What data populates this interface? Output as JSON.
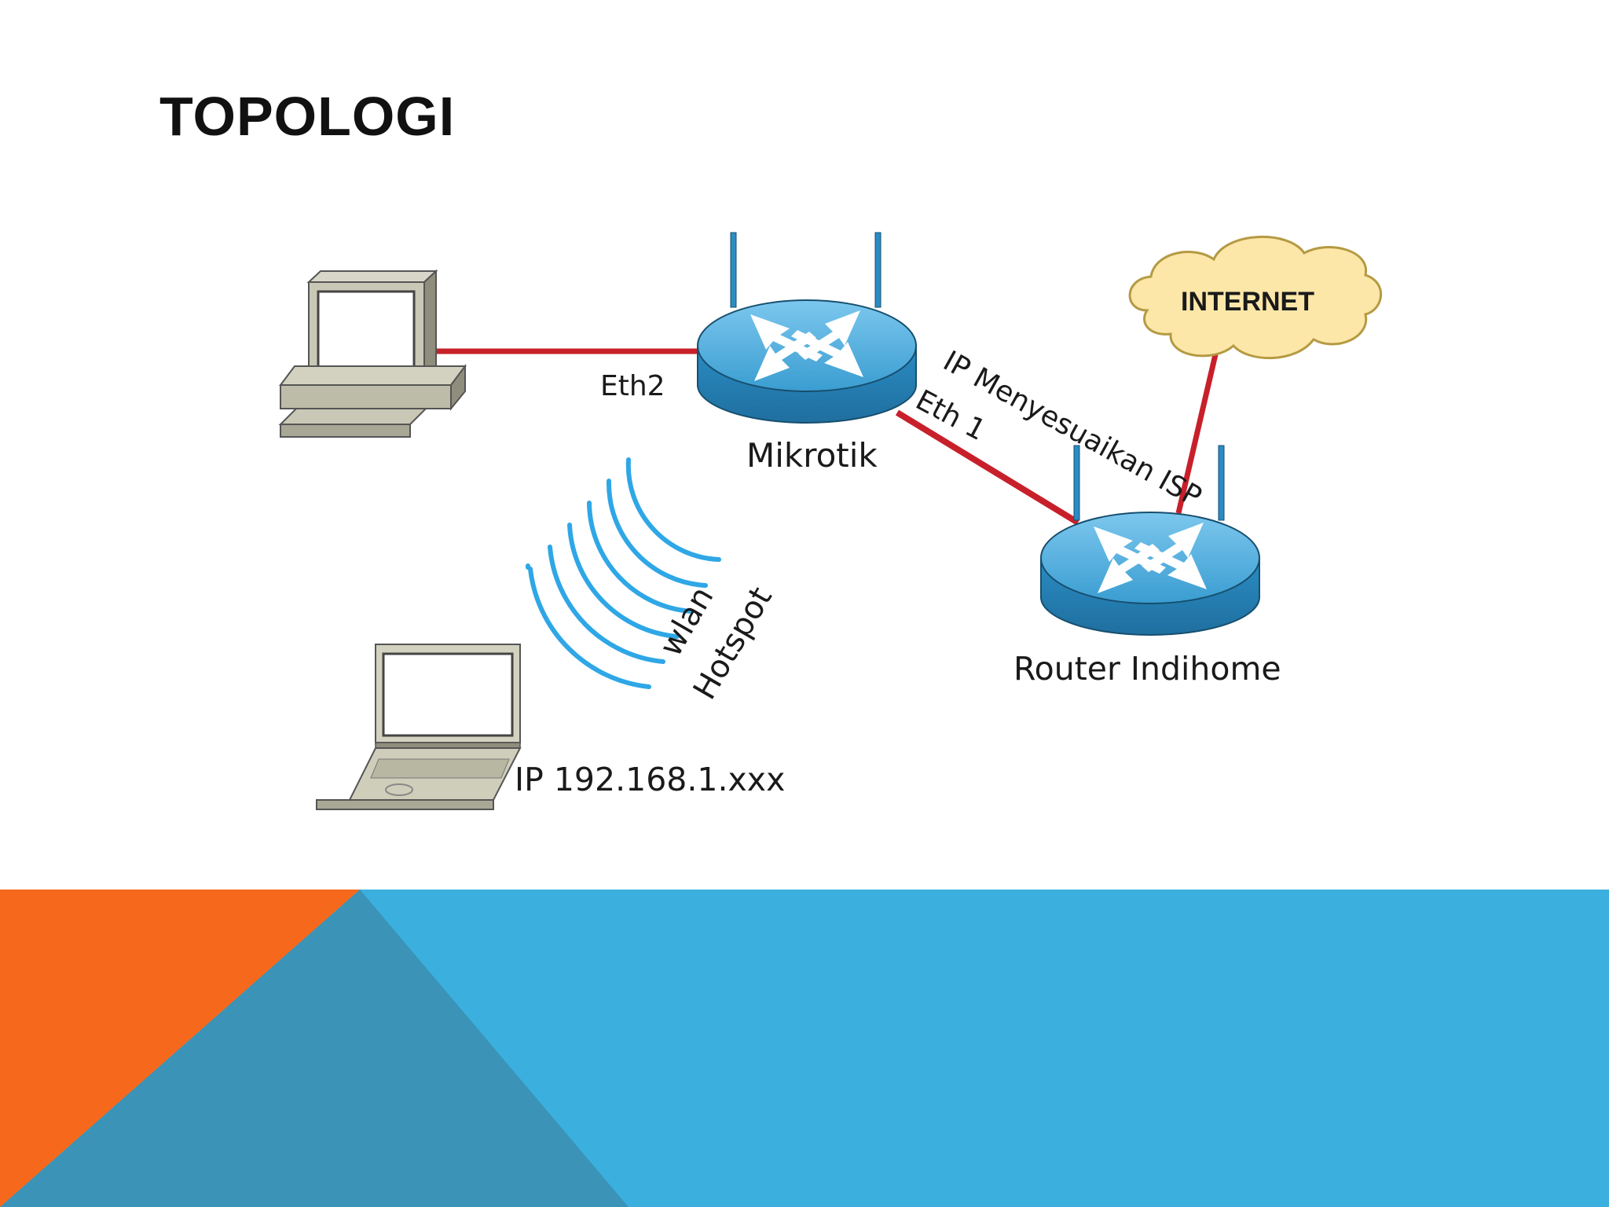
{
  "title": "TOPOLOGI",
  "labels": {
    "eth2": "Eth2",
    "mikrotik": "Mikrotik",
    "eth1": "Eth 1",
    "ip_isp": "IP Menyesuaikan ISP",
    "internet": "INTERNET",
    "router_indihome": "Router Indihome",
    "wlan": "wlan",
    "hotspot": "Hotspot",
    "laptop_ip": "IP 192.168.1.xxx"
  },
  "colors": {
    "link": "#c8202a",
    "router_body": "#2b8fc4",
    "router_top": "#5ab3e0",
    "wifi_waves": "#2fa7e6",
    "cloud_fill": "#fce7a8",
    "footer_blue": "#3bb0df",
    "footer_dark_blue": "#3b93b8",
    "footer_orange": "#f6691c"
  },
  "icons": {
    "pc": "desktop-computer-icon",
    "laptop": "laptop-icon",
    "mikrotik": "wireless-router-icon",
    "indihome": "wireless-router-icon",
    "cloud": "internet-cloud-icon",
    "wifi": "wireless-signal-icon"
  }
}
